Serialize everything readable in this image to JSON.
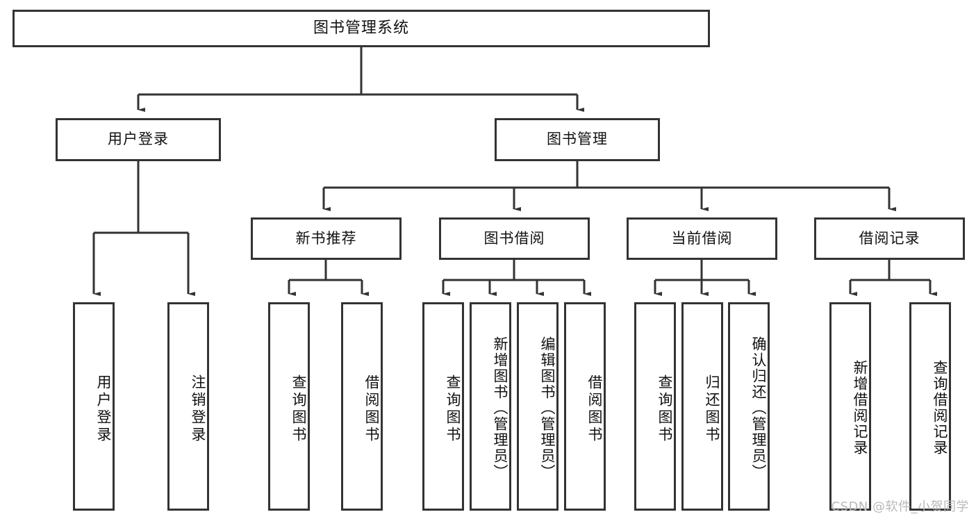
{
  "diagram": {
    "title": "图书管理系统",
    "type": "tree",
    "watermark": "CSDN @软件_小贺同学",
    "colors": {
      "stroke": "#333333",
      "fill": "#ffffff",
      "text": "#111111",
      "watermark": "#b9b9b9"
    },
    "root": {
      "label": "图书管理系统"
    },
    "level2": [
      {
        "id": "user-login",
        "label": "用户登录"
      },
      {
        "id": "book-management",
        "label": "图书管理"
      }
    ],
    "level3": [
      {
        "id": "new-book-recommend",
        "label": "新书推荐",
        "parent": "book-management"
      },
      {
        "id": "book-borrow",
        "label": "图书借阅",
        "parent": "book-management"
      },
      {
        "id": "current-borrow",
        "label": "当前借阅",
        "parent": "book-management"
      },
      {
        "id": "borrow-record",
        "label": "借阅记录",
        "parent": "book-management"
      }
    ],
    "leaves": {
      "user-login": [
        {
          "id": "leaf-user-login",
          "label": "用户登录"
        },
        {
          "id": "leaf-logout",
          "label": "注销登录"
        }
      ],
      "new-book-recommend": [
        {
          "id": "leaf-query-book-1",
          "label": "查询图书"
        },
        {
          "id": "leaf-borrow-book-1",
          "label": "借阅图书"
        }
      ],
      "book-borrow": [
        {
          "id": "leaf-query-book-2",
          "label": "查询图书"
        },
        {
          "id": "leaf-add-book",
          "label": "新增图书（管理员）"
        },
        {
          "id": "leaf-edit-book",
          "label": "编辑图书（管理员）"
        },
        {
          "id": "leaf-borrow-book-2",
          "label": "借阅图书"
        }
      ],
      "current-borrow": [
        {
          "id": "leaf-query-book-3",
          "label": "查询图书"
        },
        {
          "id": "leaf-return-book",
          "label": "归还图书"
        },
        {
          "id": "leaf-confirm-return",
          "label": "确认归还（管理员）"
        }
      ],
      "borrow-record": [
        {
          "id": "leaf-add-record",
          "label": "新增借阅记录"
        },
        {
          "id": "leaf-query-record",
          "label": "查询借阅记录"
        }
      ]
    }
  }
}
